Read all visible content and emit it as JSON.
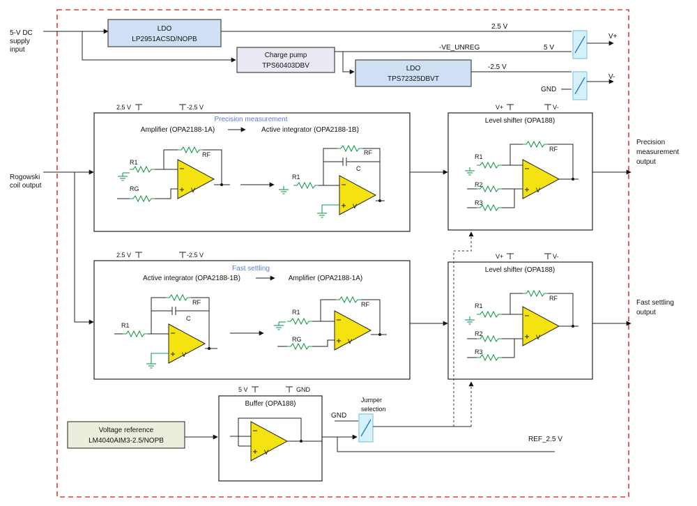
{
  "inputs": {
    "dc_supply": [
      "5-V DC",
      "supply",
      "input"
    ],
    "rogowski": [
      "Rogowski",
      "coil output"
    ]
  },
  "power": {
    "ldo1": {
      "title": "LDO",
      "part": "LP2951ACSD/NOPB"
    },
    "charge_pump": {
      "title": "Charge pump",
      "part": "TPS60403DBV"
    },
    "ldo2": {
      "title": "LDO",
      "part": "TPS72325DBVT"
    },
    "rail_2v5": "2.5 V",
    "ve_unreg": "-VE_UNREG",
    "rail_5v": "5 V",
    "rail_neg2v5": "-2.5 V",
    "gnd": "GND",
    "v_plus": "V+",
    "v_minus": "V-"
  },
  "precision": {
    "section": "Precision measurement",
    "stage1": "Amplifier (OPA2188-1A)",
    "stage2": "Active integrator (OPA2188-1B)",
    "rail_pos": "2.5 V",
    "rail_neg": "-2.5 V"
  },
  "fast": {
    "section": "Fast settling",
    "stage1": "Active integrator (OPA2188-1B)",
    "stage2": "Amplifier (OPA2188-1A)",
    "rail_pos": "2.5 V",
    "rail_neg": "-2.5 V"
  },
  "level_shifter": {
    "title": "Level shifter (OPA188)",
    "v_plus": "V+",
    "v_minus": "V-"
  },
  "outputs": {
    "precision": [
      "Precision",
      "measurement",
      "output"
    ],
    "fast": [
      "Fast settling",
      "output"
    ]
  },
  "buffer": {
    "title": "Buffer (OPA188)",
    "rail_pos": "5 V",
    "rail_neg": "GND"
  },
  "vref": {
    "title": "Voltage reference",
    "part": "LM4040AIM3-2.5/NOPB"
  },
  "jumper": {
    "label": [
      "Jumper",
      "selection"
    ],
    "gnd": "GND",
    "ref": "REF_2.5 V"
  },
  "components": {
    "r1": "R1",
    "r2": "R2",
    "r3": "R3",
    "rf": "RF",
    "rg": "RG",
    "c": "C",
    "opamp_mark": "V"
  },
  "colors": {
    "frame": "#e53935",
    "opamp": "#f4e211",
    "resistor": "#1a9b50",
    "power_box": "#cfe0f5",
    "charge_pump_box": "#ece8f3",
    "vref_box": "#e9efdc",
    "switch": "#d6f1fa"
  }
}
